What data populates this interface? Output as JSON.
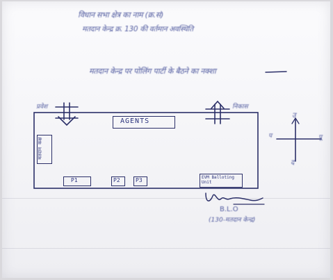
{
  "header": {
    "line1": "विधान सभा क्षेत्र का नाम (क्र.सं)",
    "line2": "मतदान केन्द्र क्र. 130 की वर्तमान अवस्थिति",
    "line3": "मतदान केन्द्र पर पोलिंग पार्टी के बैठने का नक्शा"
  },
  "map": {
    "entry_label": "प्रवेश",
    "exit_label": "निकास",
    "agents_label": "AGENTS",
    "left_box_label": "मतदान कक्ष",
    "p1_label": "P1",
    "p2_label": "P2",
    "p3_label": "P3",
    "evm_label": "EVM Balloting Unit",
    "compass": {
      "north": "उ",
      "south": "द",
      "west": "प",
      "east": "पू"
    }
  },
  "signature": {
    "blo_label": "B.L.O",
    "blo_detail": "(130-मतदान केन्द्र)"
  },
  "colors": {
    "ink": "#2b337d",
    "paper": "#f6f6f9"
  }
}
